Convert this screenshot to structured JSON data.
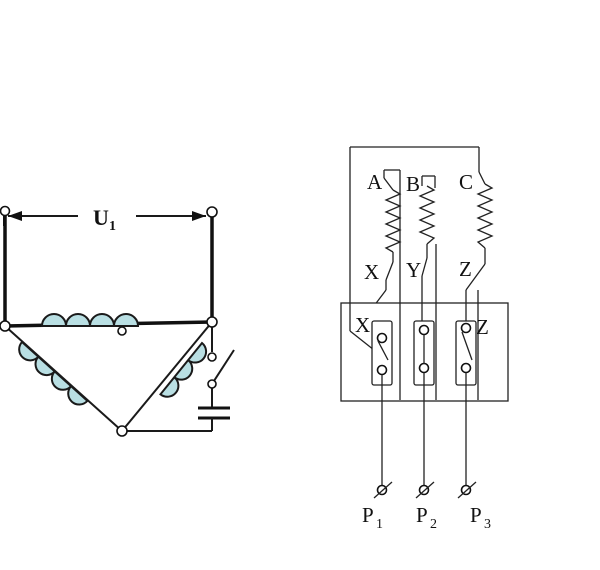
{
  "delta_diagram": {
    "voltage_label": "U",
    "voltage_subscript": "1"
  },
  "terminal_diagram": {
    "coil_top_labels": [
      "A",
      "B",
      "C"
    ],
    "coil_bottom_labels": [
      "X",
      "Y",
      "Z"
    ],
    "board_labels": {
      "left": "X",
      "right": "Z"
    },
    "power_labels": [
      {
        "letter": "P",
        "subscript": "1"
      },
      {
        "letter": "P",
        "subscript": "2"
      },
      {
        "letter": "P",
        "subscript": "3"
      }
    ]
  }
}
